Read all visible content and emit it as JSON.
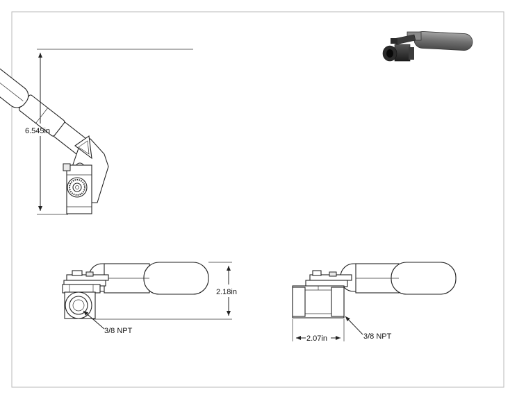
{
  "drawing": {
    "front_view": {
      "height_label": "6.545in"
    },
    "side_view": {
      "height_label": "2.18in",
      "port_label": "3/8 NPT"
    },
    "end_view": {
      "width_label": "2.07in",
      "port_label": "3/8 NPT"
    }
  },
  "colors": {
    "line": "#222222",
    "fill": "#ffffff",
    "iso_body": "#2f2f2f",
    "iso_handle": "#7d7d7d"
  }
}
